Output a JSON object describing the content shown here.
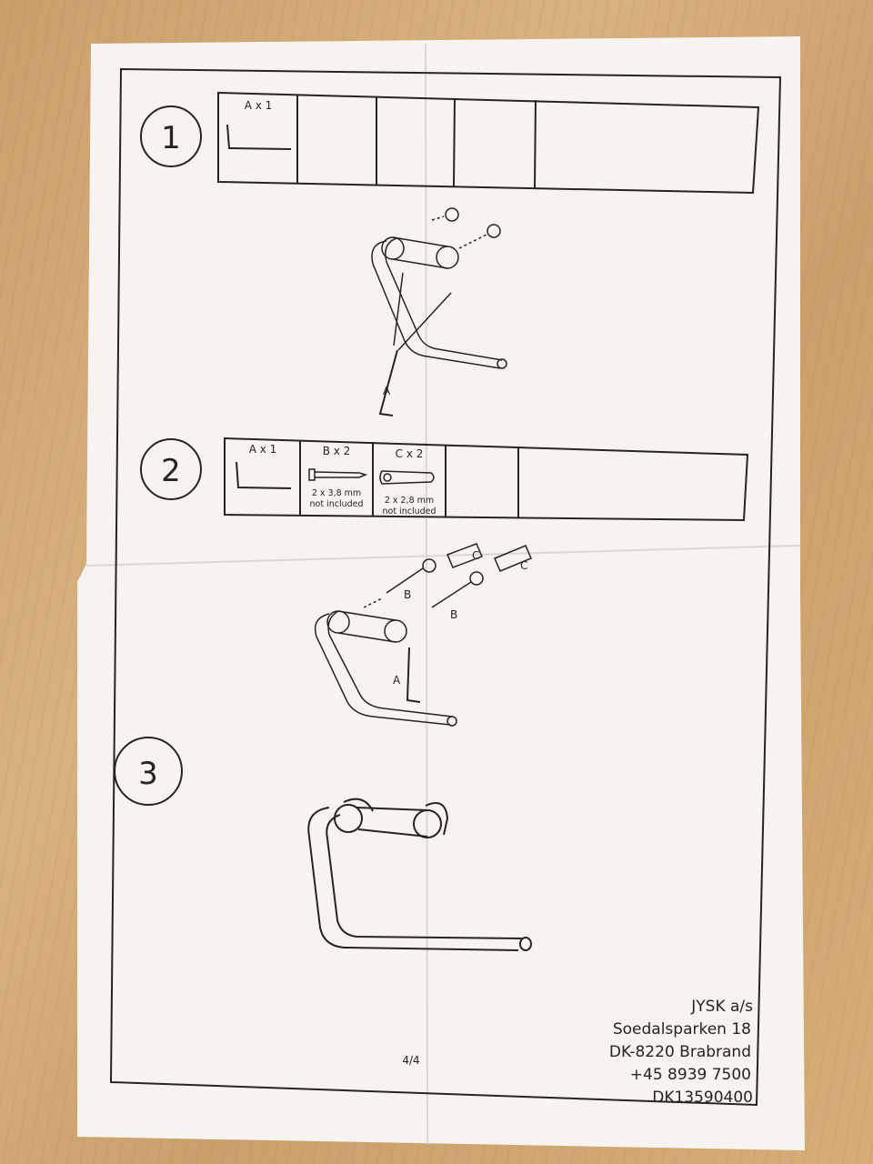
{
  "steps": [
    {
      "number": "1",
      "parts": [
        {
          "label": "A x 1"
        }
      ]
    },
    {
      "number": "2",
      "parts": [
        {
          "label": "A x 1"
        },
        {
          "label": "B x 2",
          "note1": "2 x 3,8 mm",
          "note2": "not included"
        },
        {
          "label": "C x 2",
          "note1": "2 x 2,8 mm",
          "note2": "not included"
        }
      ]
    },
    {
      "number": "3"
    }
  ],
  "callouts": {
    "a": "A",
    "b": "B",
    "c": "C"
  },
  "page_number": "4/4",
  "company": {
    "name": "JYSK a/s",
    "street": "Soedalsparken 18",
    "city": "DK-8220 Brabrand",
    "phone": "+45 8939 7500",
    "code": "DK13590400"
  }
}
